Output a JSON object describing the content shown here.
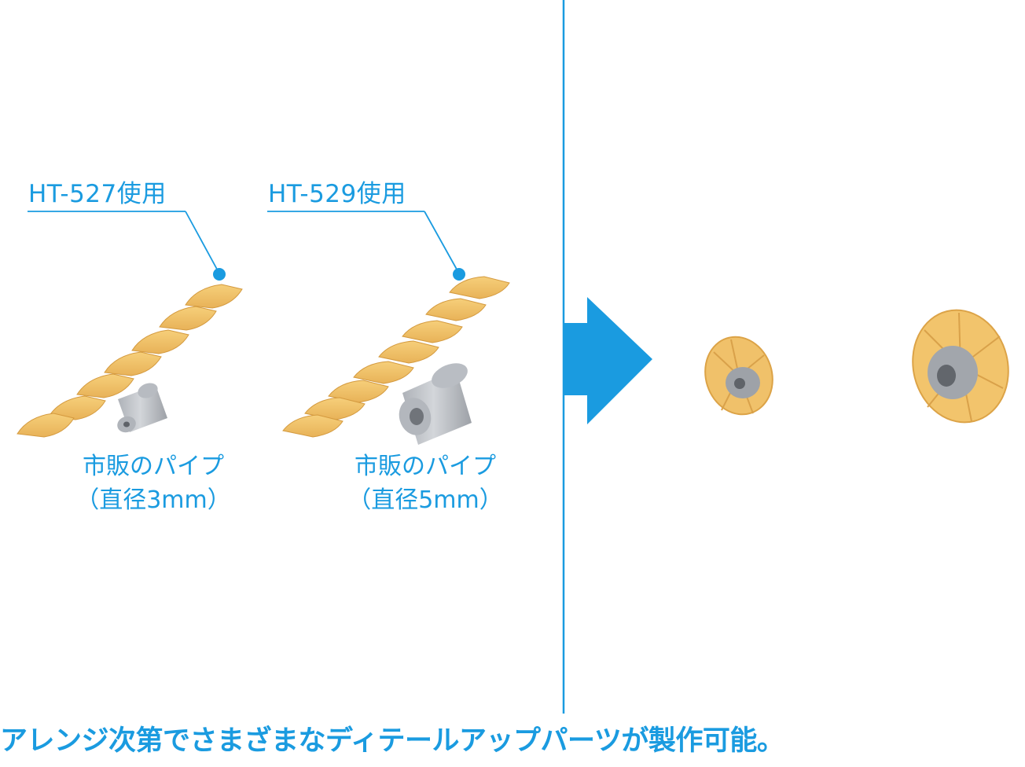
{
  "colors": {
    "accent": "#1a9be0",
    "divider": "#1a9be0",
    "arrow": "#1a9be0",
    "seal_yellow": "#f2c366",
    "seal_yellow_dark": "#e0a54a",
    "pipe_gray": "#c4c7cb",
    "pipe_gray_dark": "#8f9399"
  },
  "left_panel": {
    "part_a": {
      "tag": "HT-527使用",
      "pipe_label_line1": "市販のパイプ",
      "pipe_label_line2": "（直径3mm）"
    },
    "part_b": {
      "tag": "HT-529使用",
      "pipe_label_line1": "市販のパイプ",
      "pipe_label_line2": "（直径5mm）"
    }
  },
  "arrow": {
    "icon": "right-arrow-icon"
  },
  "caption": "アレンジ次第でさまざまなディテールアップパーツが製作可能。"
}
